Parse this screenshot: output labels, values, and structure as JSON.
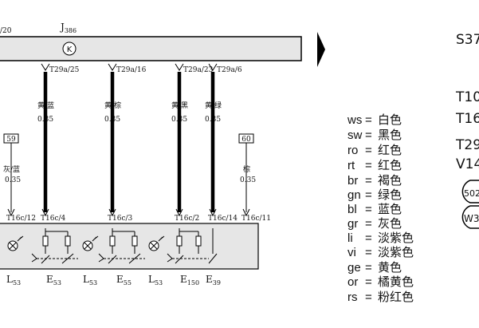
{
  "top_left_fragment": "/20",
  "module": {
    "name": "J",
    "subscript": "386",
    "symbol": "K"
  },
  "right_labels": {
    "top": "S37",
    "r1": "T10",
    "r2": "T16",
    "r3": "T29",
    "r4": "V14",
    "circle1": "502",
    "circle2": "W3"
  },
  "top_connectors": [
    {
      "pin": "T29a/25",
      "color": "黄/蓝",
      "size": "0.35"
    },
    {
      "pin": "T29a/16",
      "color": "黄/棕",
      "size": "0.35"
    },
    {
      "pin": "T29a/23",
      "color": "黄/黑",
      "size": "0.35"
    },
    {
      "pin": "T29a/6",
      "color": "黄/绿",
      "size": "0.35"
    }
  ],
  "side_wires": [
    {
      "box": "59",
      "color": "灰/蓝",
      "size": "0.35",
      "pin": "T16c/12"
    },
    {
      "box": "60",
      "color": "棕",
      "size": "0.35",
      "pin": "T16c/11"
    }
  ],
  "bottom_pins": [
    "T16c/4",
    "T16c/3",
    "T16c/2",
    "T16c/14"
  ],
  "components": [
    {
      "name": "L",
      "sub": "53"
    },
    {
      "name": "E",
      "sub": "53"
    },
    {
      "name": "L",
      "sub": "53"
    },
    {
      "name": "E",
      "sub": "55"
    },
    {
      "name": "L",
      "sub": "53"
    },
    {
      "name": "E",
      "sub": "150"
    },
    {
      "name": "E",
      "sub": "39"
    }
  ],
  "legend": [
    {
      "code": "ws",
      "name": "白色"
    },
    {
      "code": "sw",
      "name": "黑色"
    },
    {
      "code": "ro",
      "name": "红色"
    },
    {
      "code": "rt",
      "name": "红色"
    },
    {
      "code": "br",
      "name": "褐色"
    },
    {
      "code": "gn",
      "name": "绿色"
    },
    {
      "code": "bl",
      "name": "蓝色"
    },
    {
      "code": "gr",
      "name": "灰色"
    },
    {
      "code": "li",
      "name": "淡紫色"
    },
    {
      "code": "vi",
      "name": "淡紫色"
    },
    {
      "code": "ge",
      "name": "黄色"
    },
    {
      "code": "or",
      "name": "橘黄色"
    },
    {
      "code": "rs",
      "name": "粉红色"
    }
  ],
  "colors": {
    "module_fill": "#e6e6e6",
    "panel_fill": "#e6e6e6",
    "line": "#000000"
  }
}
